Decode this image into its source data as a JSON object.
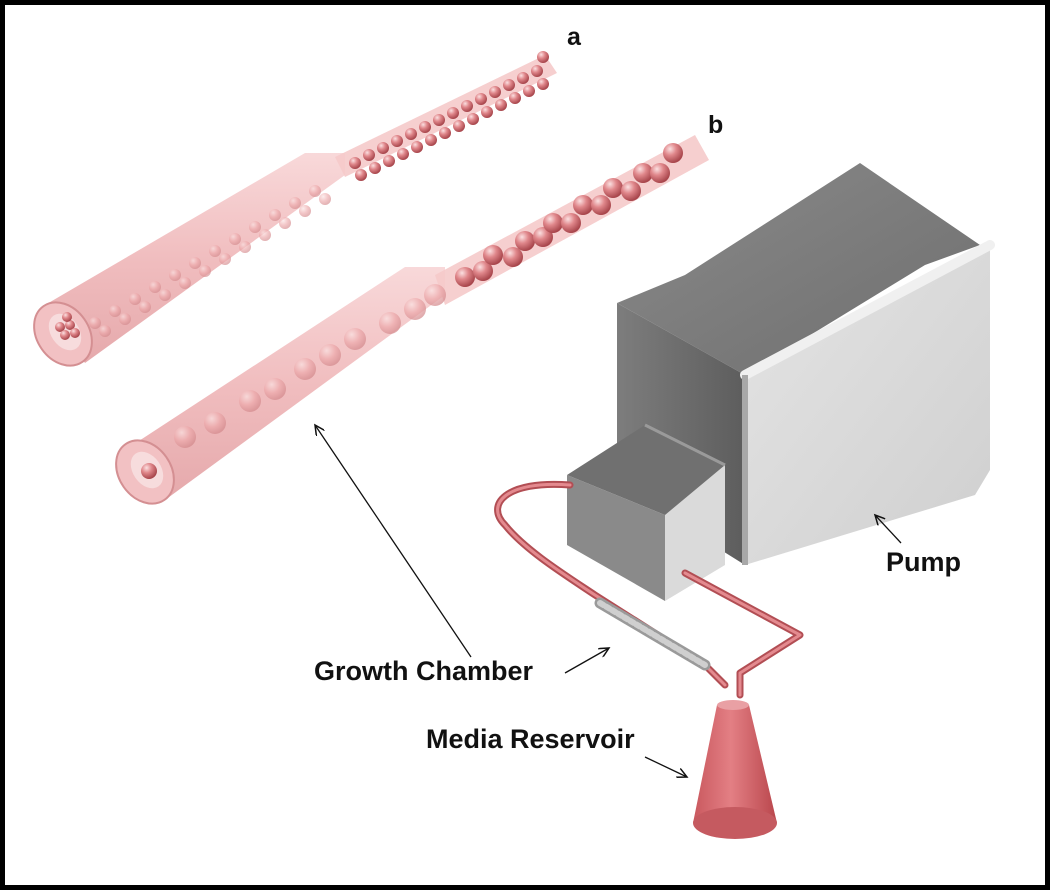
{
  "labels": {
    "tube_a": "a",
    "tube_b": "b",
    "pump": "Pump",
    "growth_chamber": "Growth Chamber",
    "media_reservoir": "Media Reservoir"
  },
  "colors": {
    "bead": "#d9787c",
    "tube": "#f2b9bb",
    "tubing": "#c75a60",
    "pump_light": "#d8d8d8",
    "pump_dark": "#6a6a6a",
    "frame": "#000000"
  },
  "icons": {
    "pump": "pump-box",
    "reservoir": "cone-flask",
    "arrow": "pointer-arrow"
  }
}
